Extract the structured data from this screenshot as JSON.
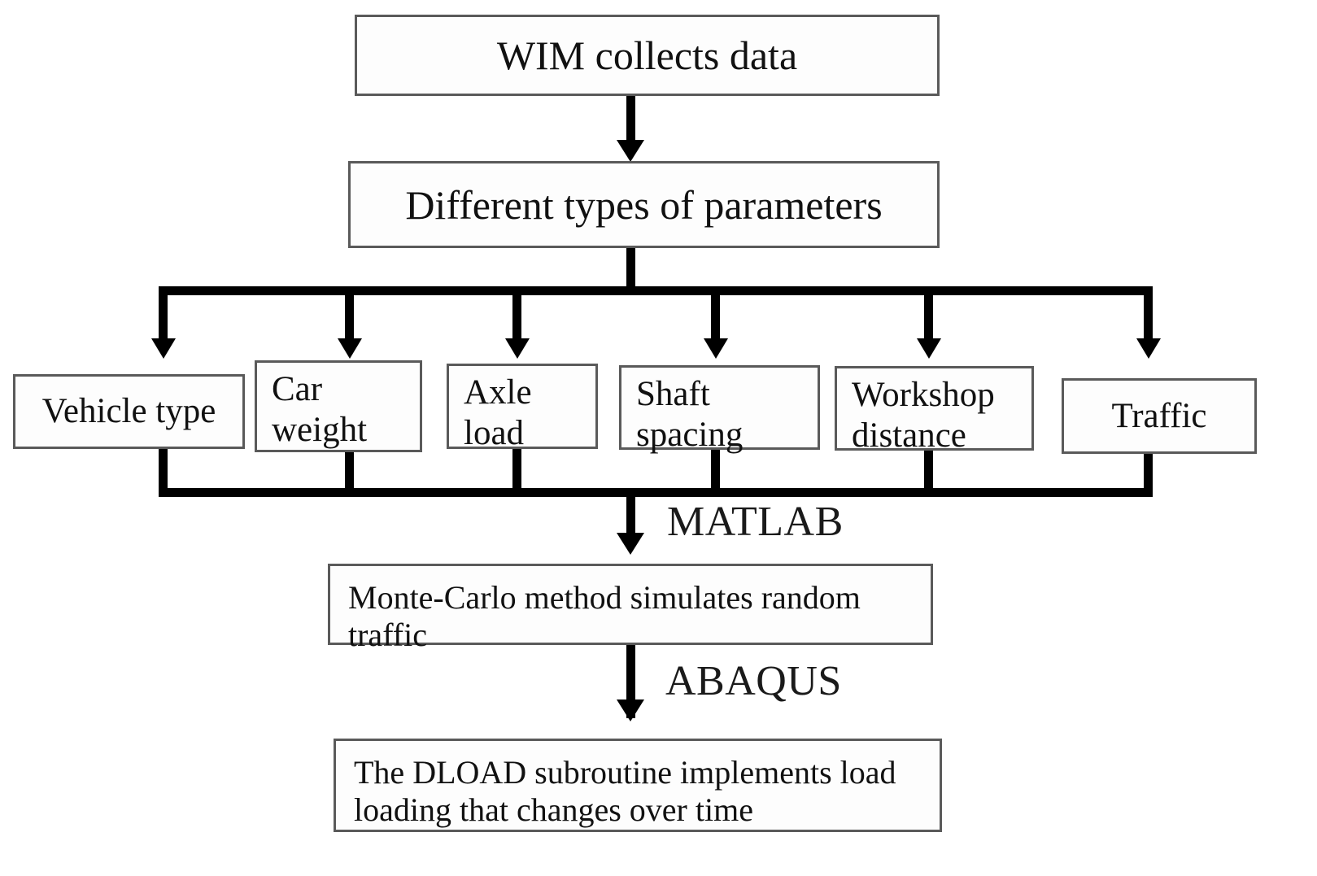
{
  "diagram": {
    "title": "WIM traffic-load simulation workflow",
    "nodes": {
      "wim": "WIM collects data",
      "parameters": "Different types of parameters",
      "vehicle_type": "Vehicle type",
      "car_weight": "Car\nweight",
      "axle_load": "Axle\nload",
      "shaft_spacing": "Shaft\nspacing",
      "workshop_distance": "Workshop\ndistance",
      "traffic": "Traffic",
      "monte_carlo": "Monte-Carlo method simulates random traffic",
      "dload": "The DLOAD subroutine implements load loading that changes over time"
    },
    "edge_labels": {
      "matlab": "MATLAB",
      "abaqus": "ABAQUS"
    },
    "colors": {
      "box_border": "#5a5a5a",
      "connector": "#000000",
      "background": "#ffffff",
      "text": "#111111"
    }
  }
}
